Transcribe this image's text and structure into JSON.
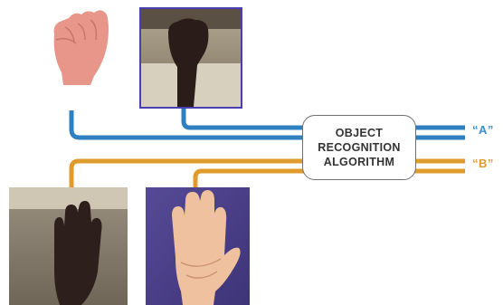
{
  "algorithm": {
    "line1": "OBJECT",
    "line2": "RECOGNITION",
    "line3": "ALGORITHM"
  },
  "outputs": {
    "a": "“A”",
    "b": "“B”"
  },
  "images": [
    {
      "id": "a-light",
      "depicts": "light-skinned hand signing letter A (fist)"
    },
    {
      "id": "a-dark",
      "depicts": "dark-skinned fist signing letter A against wall"
    },
    {
      "id": "b-dark",
      "depicts": "dark-skinned open hand signing letter B"
    },
    {
      "id": "b-light",
      "depicts": "light-skinned open palm signing letter B on purple background"
    }
  ],
  "colors": {
    "blue_line": "#2f80c0",
    "orange_line": "#e09b2d",
    "label_a": "#3b8fd0",
    "label_b": "#e09b2d",
    "photo_frame": "#4a3fb0",
    "purple_bg": "#4a3e86"
  }
}
